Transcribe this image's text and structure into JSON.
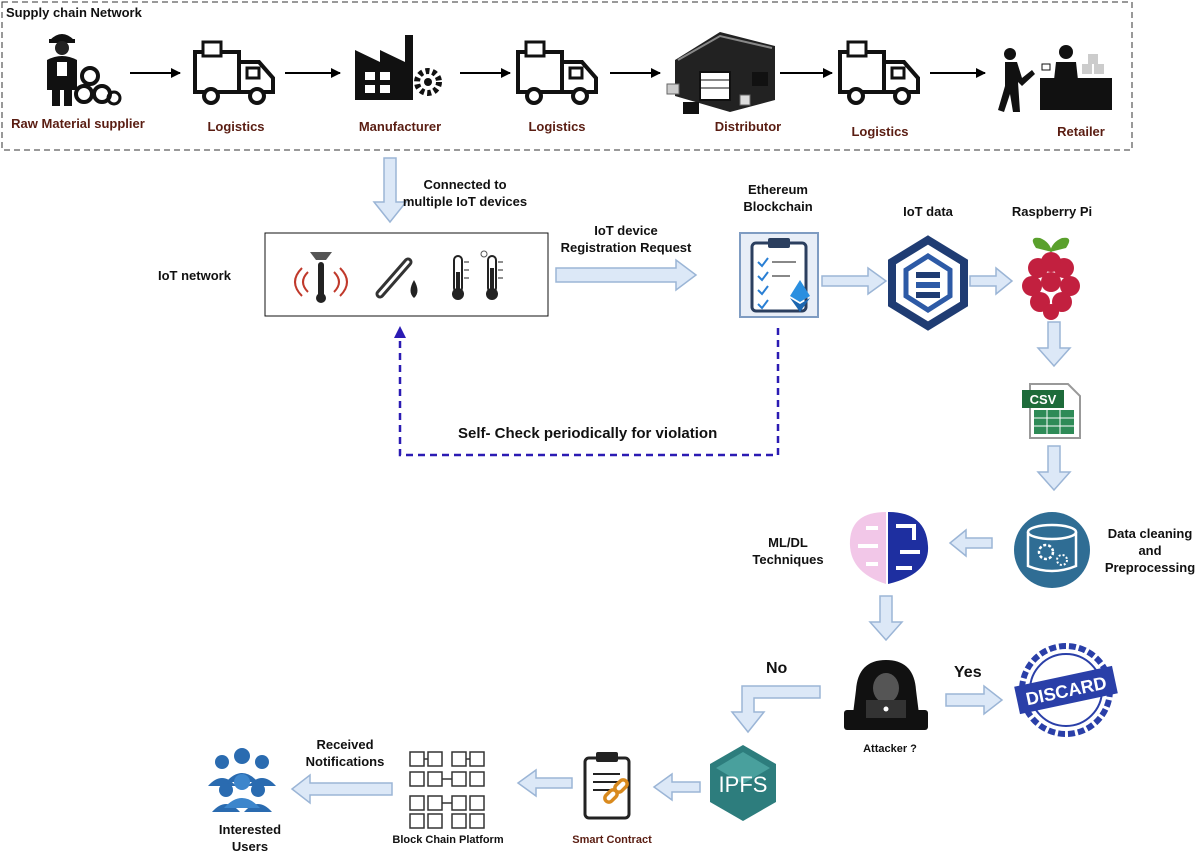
{
  "supply_chain": {
    "title": "Supply chain Network",
    "stages": {
      "raw_material": "Raw Material supplier",
      "logistics_1": "Logistics",
      "manufacturer": "Manufacturer",
      "logistics_2": "Logistics",
      "distributor": "Distributor",
      "logistics_3": "Logistics",
      "retailer": "Retailer"
    }
  },
  "labels": {
    "connected_iot": "Connected to multiple IoT devices",
    "iot_network": "IoT network",
    "registration": "IoT device Registration Request",
    "ethereum": "Ethereum Blockchain",
    "iot_data": "IoT data",
    "raspberry_pi": "Raspberry Pi",
    "self_check": "Self- Check periodically for violation",
    "data_cleaning": "Data cleaning and Preprocessing",
    "ml_dl": "ML/DL Techniques",
    "no": "No",
    "yes": "Yes",
    "attacker": "Attacker ?",
    "discard": "DISCARD",
    "ipfs": "IPFS",
    "smart_contract": "Smart Contract",
    "blockchain_platform": "Block Chain Platform",
    "received_notifications": "Received Notifications",
    "interested_users": "Interested Users",
    "csv": "CSV"
  },
  "colors": {
    "flow_arrow_fill": "#dce8f7",
    "flow_arrow_stroke": "#9bb5d6",
    "dashed_loop": "#2b1bb3",
    "csv_green": "#1d6b3a",
    "discard_blue": "#2a3fa8",
    "ipfs_teal": "#2d7d7d",
    "blockchain_navy": "#1f3c73",
    "raspberry_red": "#c2203f",
    "db_blue": "#2f6d94"
  }
}
